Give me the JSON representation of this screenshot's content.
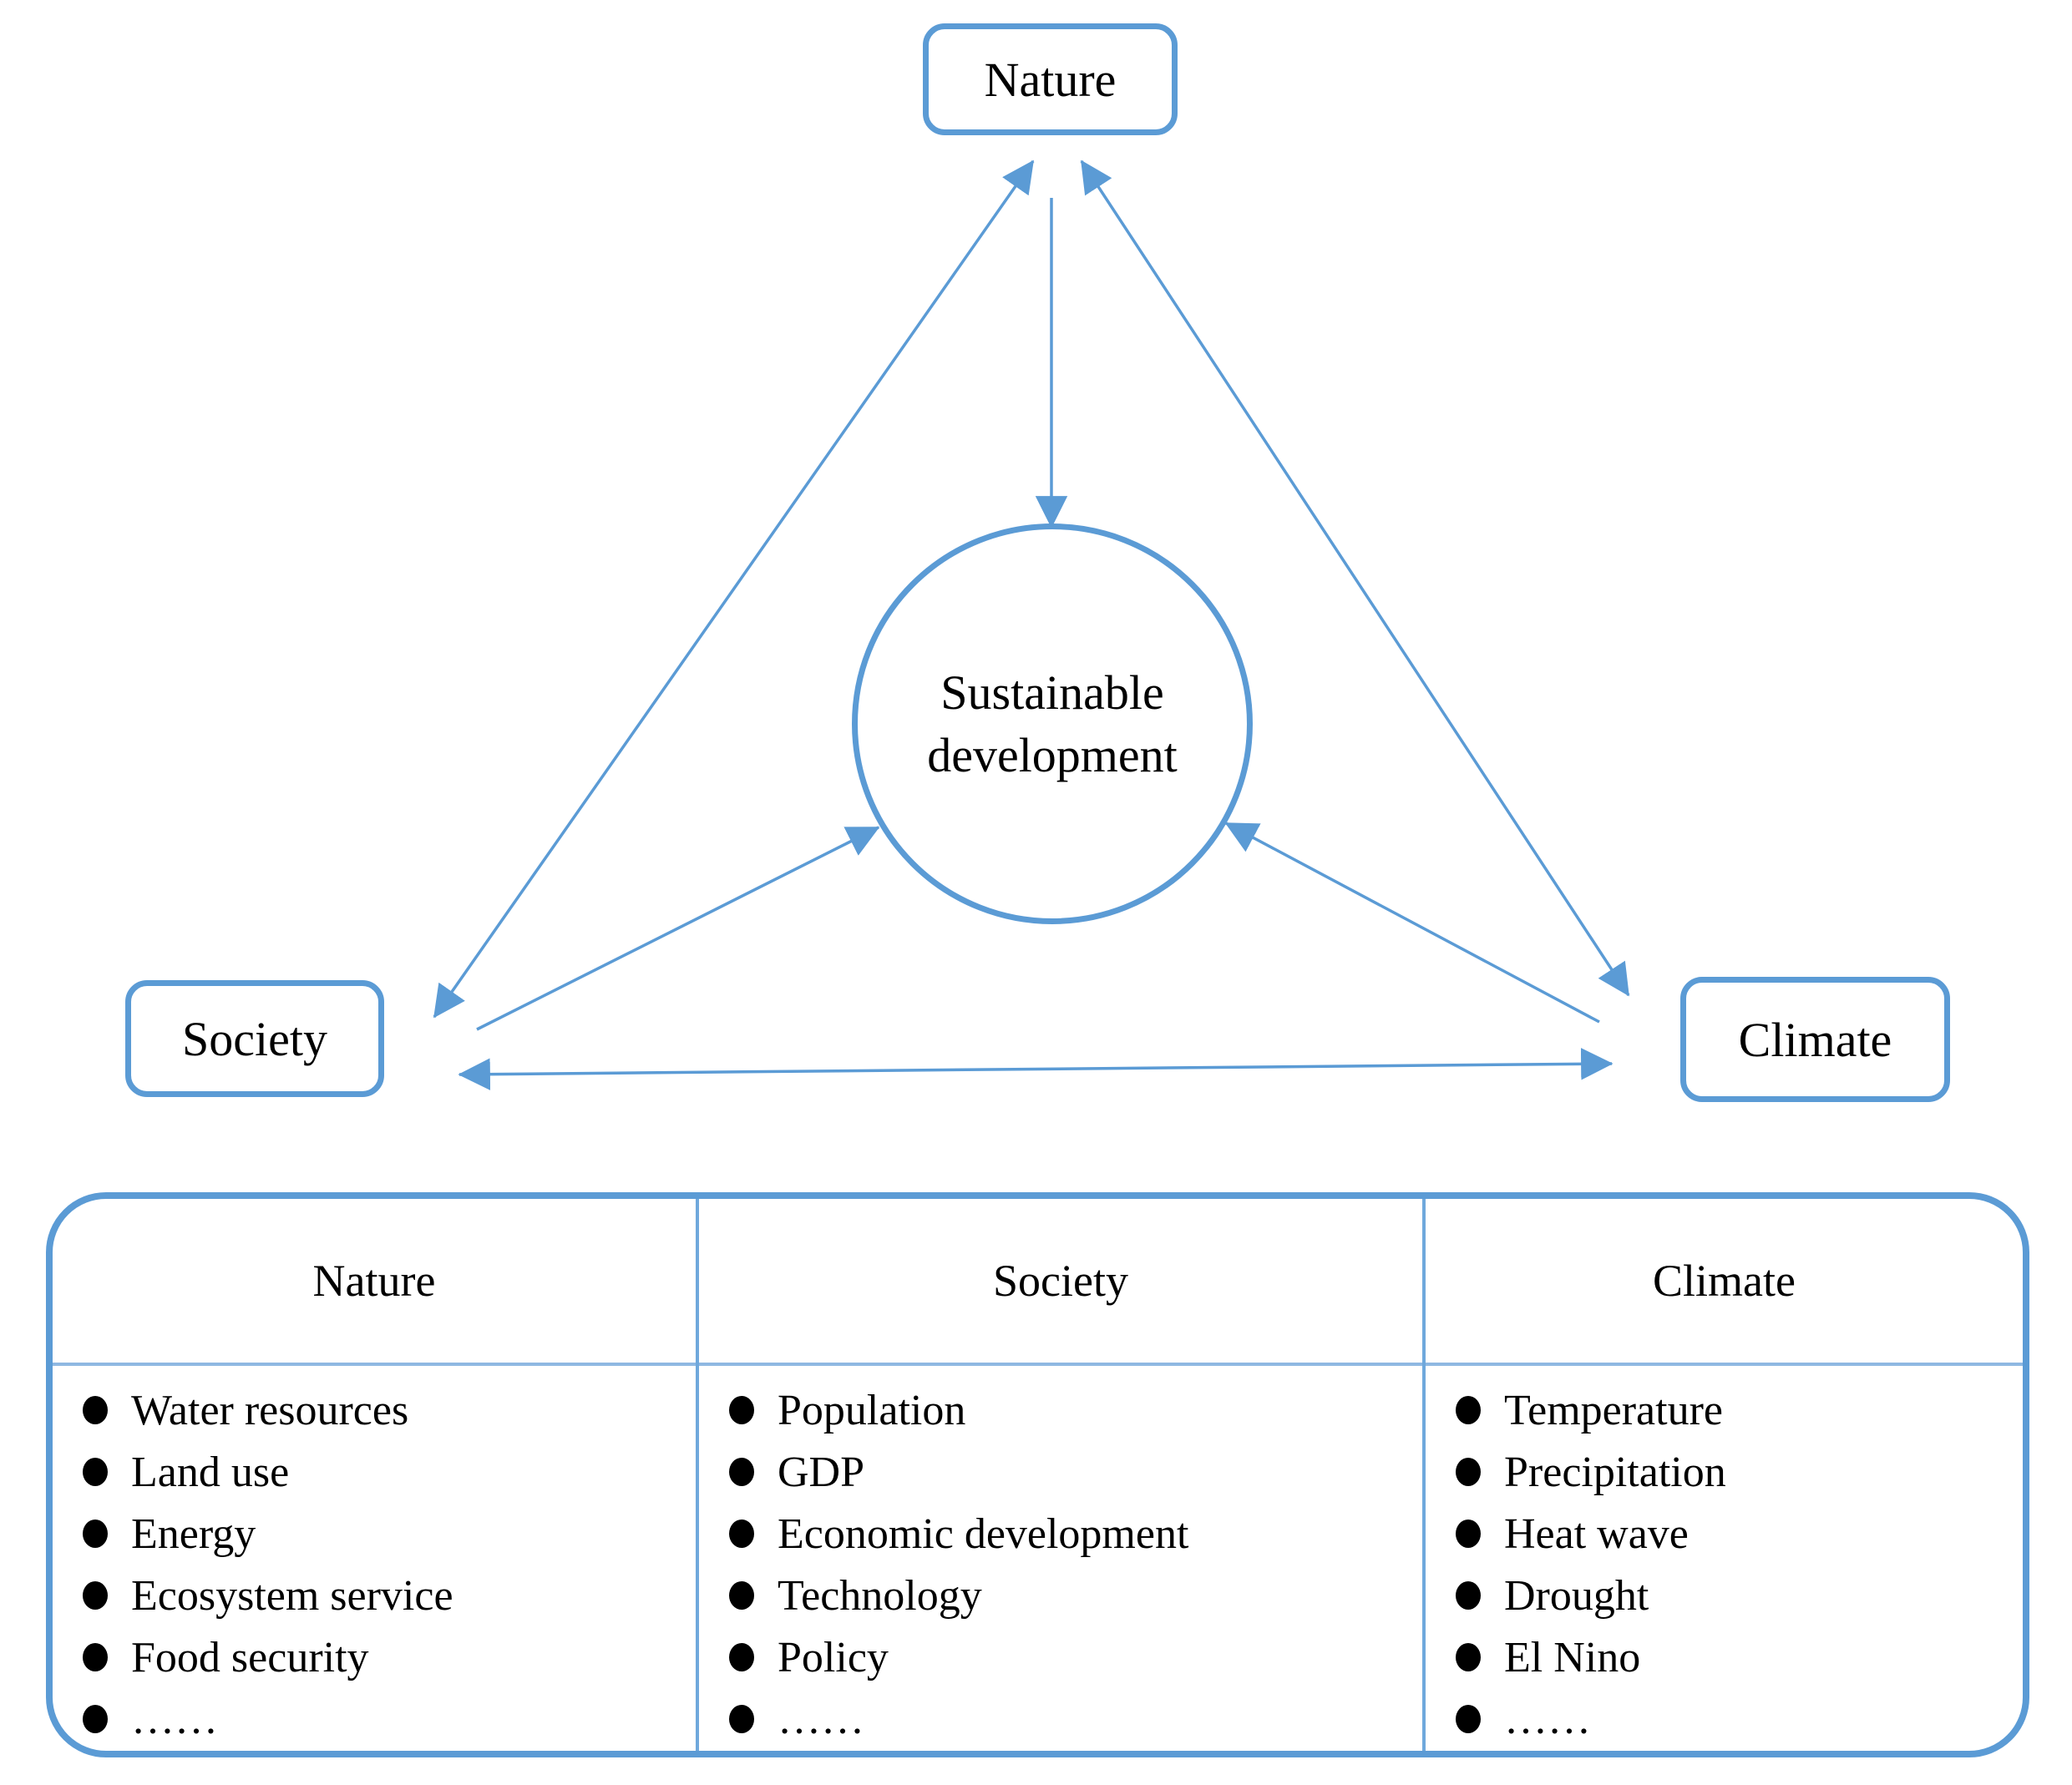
{
  "figure": {
    "accent_color": "#5B9BD5",
    "inner_line_color": "#6FA8DC",
    "text_color": "#000000"
  },
  "diagram": {
    "nodes": {
      "nature": "Nature",
      "society": "Society",
      "climate": "Climate"
    },
    "center": {
      "line1": "Sustainable",
      "line2": "development"
    },
    "arrows": [
      {
        "from": "Nature",
        "to": "Society",
        "bidirectional": true
      },
      {
        "from": "Nature",
        "to": "Climate",
        "bidirectional": true
      },
      {
        "from": "Society",
        "to": "Climate",
        "bidirectional": true
      },
      {
        "from": "Nature",
        "to": "Sustainable development",
        "bidirectional": false
      },
      {
        "from": "Society",
        "to": "Sustainable development",
        "bidirectional": false
      },
      {
        "from": "Climate",
        "to": "Sustainable development",
        "bidirectional": false
      }
    ]
  },
  "table": {
    "columns": [
      {
        "header": "Nature",
        "items": [
          "Water resources",
          "Land use",
          "Energy",
          "Ecosystem service",
          "Food security",
          "……"
        ]
      },
      {
        "header": "Society",
        "items": [
          "Population",
          "GDP",
          "Economic development",
          "Technology",
          "Policy",
          "……"
        ]
      },
      {
        "header": "Climate",
        "items": [
          "Temperature",
          "Precipitation",
          "Heat wave",
          "Drought",
          "El Nino",
          "……"
        ]
      }
    ]
  }
}
